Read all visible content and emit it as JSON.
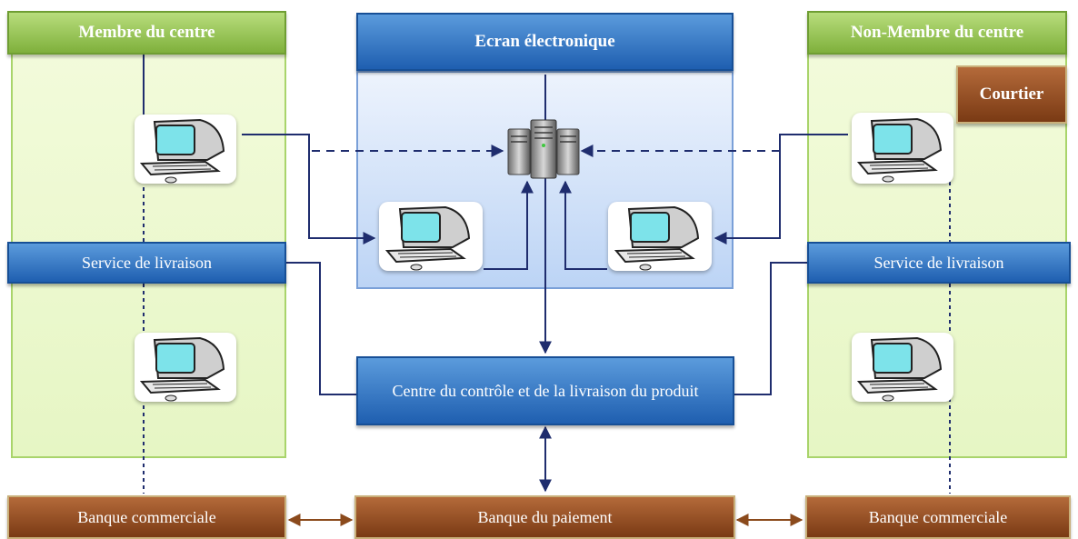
{
  "left_panel": {
    "title": "Membre du centre",
    "service_label": "Service de livraison",
    "bank_label": "Banque commerciale"
  },
  "center_panel": {
    "title": "Ecran électronique",
    "control_label": "Centre du contrôle et de la livraison du produit",
    "payment_label": "Banque du paiement"
  },
  "right_panel": {
    "title": "Non-Membre du centre",
    "broker_label": "Courtier",
    "service_label": "Service de livraison",
    "bank_label": "Banque commerciale"
  },
  "colors": {
    "green_header": "#8fc04a",
    "blue_header": "#2f6fbf",
    "brown_box": "#8b4513",
    "connector": "#1f2d6e",
    "bank_arrow": "#8b4a1c"
  },
  "icons": {
    "computer": "computer-icon",
    "server": "server-icon"
  }
}
